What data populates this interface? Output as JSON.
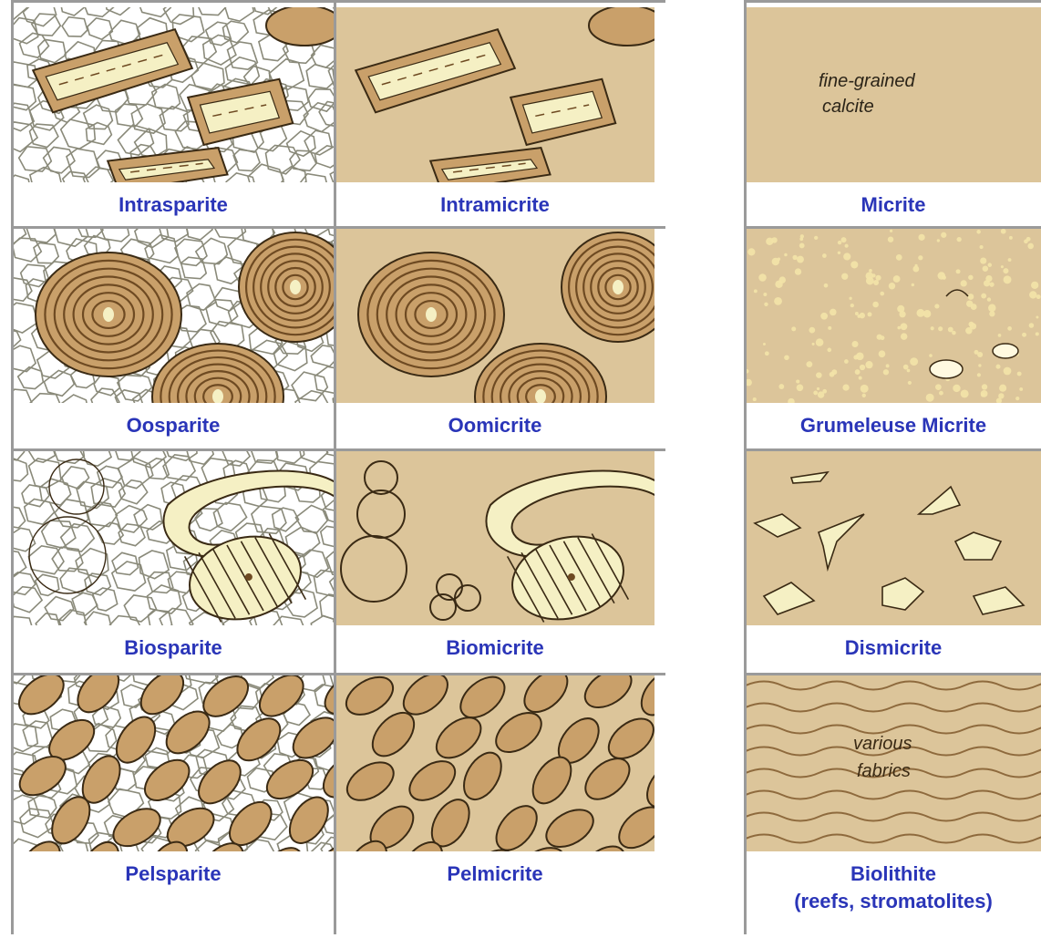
{
  "panels": [
    {
      "id": "intrasparite",
      "label": "Intrasparite",
      "col": 0,
      "row": 0,
      "cement": "sparite",
      "grain": "intraclast"
    },
    {
      "id": "intramicrite",
      "label": "Intramicrite",
      "col": 1,
      "row": 0,
      "cement": "micrite",
      "grain": "intraclast"
    },
    {
      "id": "micrite",
      "label": "Micrite",
      "col": 2,
      "row": 0,
      "cement": "micrite",
      "grain": "none",
      "note": [
        "fine-grained",
        "calcite"
      ]
    },
    {
      "id": "oosparite",
      "label": "Oosparite",
      "col": 0,
      "row": 1,
      "cement": "sparite",
      "grain": "ooid"
    },
    {
      "id": "oomicrite",
      "label": "Oomicrite",
      "col": 1,
      "row": 1,
      "cement": "micrite",
      "grain": "ooid"
    },
    {
      "id": "grumeleuse",
      "label": "Grumeleuse Micrite",
      "col": 2,
      "row": 1,
      "cement": "micrite",
      "grain": "clotted"
    },
    {
      "id": "biosparite",
      "label": "Biosparite",
      "col": 0,
      "row": 2,
      "cement": "sparite",
      "grain": "fossil"
    },
    {
      "id": "biomicrite",
      "label": "Biomicrite",
      "col": 1,
      "row": 2,
      "cement": "micrite",
      "grain": "fossil"
    },
    {
      "id": "dismicrite",
      "label": "Dismicrite",
      "col": 2,
      "row": 2,
      "cement": "micrite",
      "grain": "birdseye"
    },
    {
      "id": "pelsparite",
      "label": "Pelsparite",
      "col": 0,
      "row": 3,
      "cement": "sparite",
      "grain": "pellet"
    },
    {
      "id": "pelmicrite",
      "label": "Pelmicrite",
      "col": 1,
      "row": 3,
      "cement": "micrite",
      "grain": "pellet"
    },
    {
      "id": "biolithite",
      "label": "Biolithite",
      "sublabel": "(reefs, stromatolites)",
      "col": 2,
      "row": 3,
      "cement": "micrite",
      "grain": "wavy",
      "note": [
        "various",
        "fabrics"
      ]
    }
  ],
  "colors": {
    "micrite": "#dcc59a",
    "sparite": "#ffffff",
    "spar_line": "#8a8a7a",
    "grain_brown": "#c9a06a",
    "grain_dark": "#6e4a22",
    "grain_cream": "#f5f0c4",
    "outline": "#3a2a14",
    "label": "#2a35b8",
    "grid": "#9a9a9a"
  }
}
